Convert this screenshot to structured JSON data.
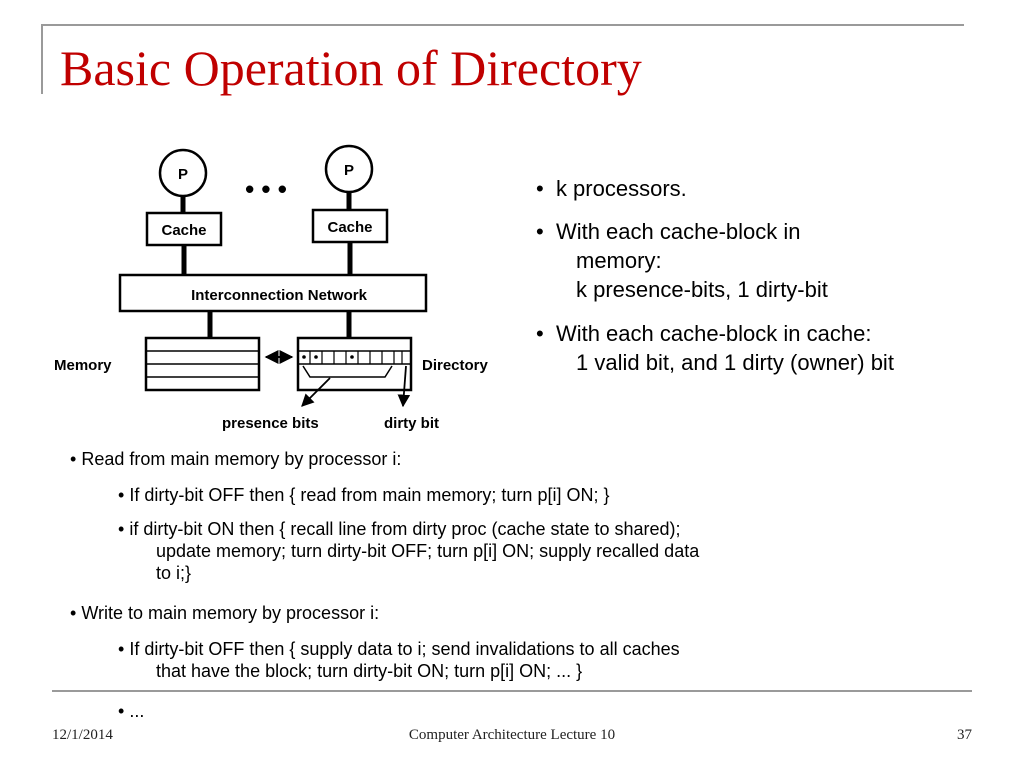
{
  "title": "Basic Operation of Directory",
  "diagram": {
    "processor_label": "P",
    "ellipsis": "• • •",
    "cache_label": "Cache",
    "network_label": "Interconnection Network",
    "memory_label": "Memory",
    "directory_label": "Directory",
    "presence_bits_label": "presence bits",
    "dirty_bit_label": "dirty bit"
  },
  "right_bullets": [
    {
      "text": "k processors."
    },
    {
      "text": "With each cache-block in",
      "sub1": "memory:",
      "sub2": "k  presence-bits, 1 dirty-bit"
    },
    {
      "text": "With each cache-block in cache:",
      "sub1": "1 valid bit, and 1 dirty (owner) bit"
    }
  ],
  "bottom": {
    "read_heading": "Read from main memory by processor i:",
    "read_items": [
      {
        "text": "If dirty-bit OFF then { read from main memory; turn p[i] ON; }"
      },
      {
        "text": "if dirty-bit ON   then { recall line from dirty proc (cache state to shared);",
        "sub1": "update memory; turn dirty-bit OFF; turn p[i] ON; supply recalled data",
        "sub2": "to i;}"
      }
    ],
    "write_heading": "Write to main memory by processor i:",
    "write_items": [
      {
        "text": "If dirty-bit OFF then { supply data to i; send invalidations to all caches",
        "sub1": "that have the block; turn dirty-bit ON; turn p[i] ON; ... }"
      },
      {
        "text": "..."
      }
    ]
  },
  "footer": {
    "date": "12/1/2014",
    "center": "Computer Architecture Lecture 10",
    "page": "37"
  },
  "colors": {
    "title": "#c00000",
    "frame": "#9a9a9a"
  }
}
